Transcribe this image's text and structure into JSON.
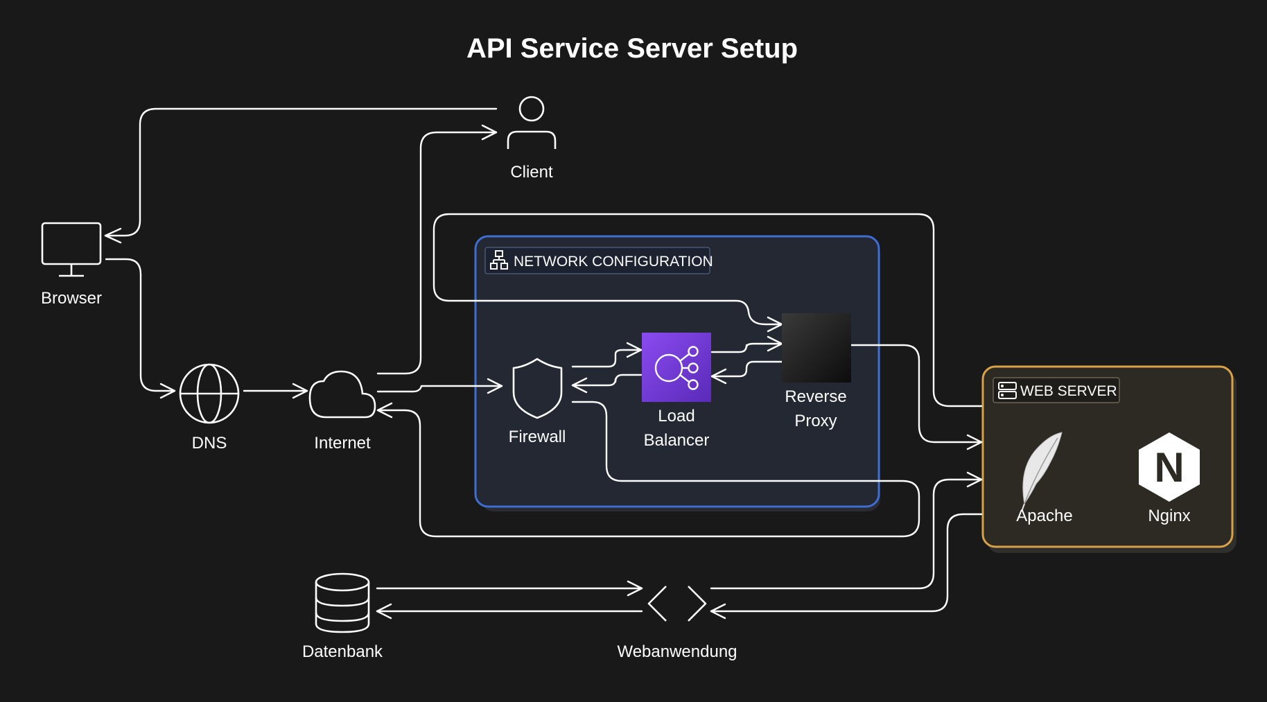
{
  "title": "API Service Server Setup",
  "colors": {
    "background": "#191919",
    "stroke": "#ffffff",
    "network_border": "#3e6ed1",
    "network_fill": "#232833",
    "web_border": "#d9a24a",
    "web_fill": "#2c2a23",
    "load_balancer_fill": "#7a3fe0",
    "nginx_fill": "#ffffff"
  },
  "groups": {
    "network": {
      "label": "NETWORK CONFIGURATION",
      "icon": "hierarchy-icon"
    },
    "web_server": {
      "label": "WEB SERVER",
      "icon": "server-icon"
    }
  },
  "nodes": {
    "client": {
      "label": "Client",
      "icon": "user-icon"
    },
    "browser": {
      "label": "Browser",
      "icon": "monitor-icon"
    },
    "dns": {
      "label": "DNS",
      "icon": "globe-icon"
    },
    "internet": {
      "label": "Internet",
      "icon": "cloud-icon"
    },
    "firewall": {
      "label": "Firewall",
      "icon": "shield-icon"
    },
    "load_balancer": {
      "line1": "Load",
      "line2": "Balancer",
      "icon": "load-balancer-icon"
    },
    "reverse_proxy": {
      "line1": "Reverse",
      "line2": "Proxy",
      "icon": "proxy-icon"
    },
    "apache": {
      "label": "Apache",
      "icon": "feather-icon"
    },
    "nginx": {
      "label": "Nginx",
      "icon": "nginx-icon",
      "glyph": "N"
    },
    "datenbank": {
      "label": "Datenbank",
      "icon": "database-icon"
    },
    "webanwendung": {
      "label": "Webanwendung",
      "icon": "code-icon"
    }
  }
}
